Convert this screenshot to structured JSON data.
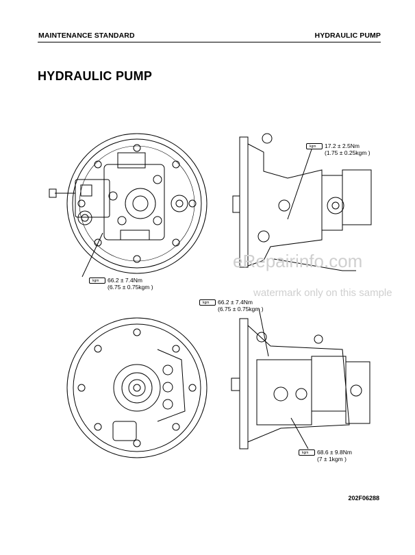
{
  "header": {
    "left": "MAINTENANCE STANDARD",
    "right": "HYDRAULIC PUMP"
  },
  "title": "HYDRAULIC PUMP",
  "torques": [
    {
      "value": "66.2 ± 7.4Nm",
      "alt": "(6.75 ± 0.75kgm )"
    },
    {
      "value": "17.2 ± 2.5Nm",
      "alt": "(1.75 ± 0.25kgm )"
    },
    {
      "value": "66.2 ± 7.4Nm",
      "alt": "(6.75 ± 0.75kgm )"
    },
    {
      "value": "68.6 ± 9.8Nm",
      "alt": "(7 ± 1kgm )"
    }
  ],
  "watermark": {
    "site": "eRepairinfo.com",
    "note": "watermark only on this sample"
  },
  "figure_code": "202F06288"
}
